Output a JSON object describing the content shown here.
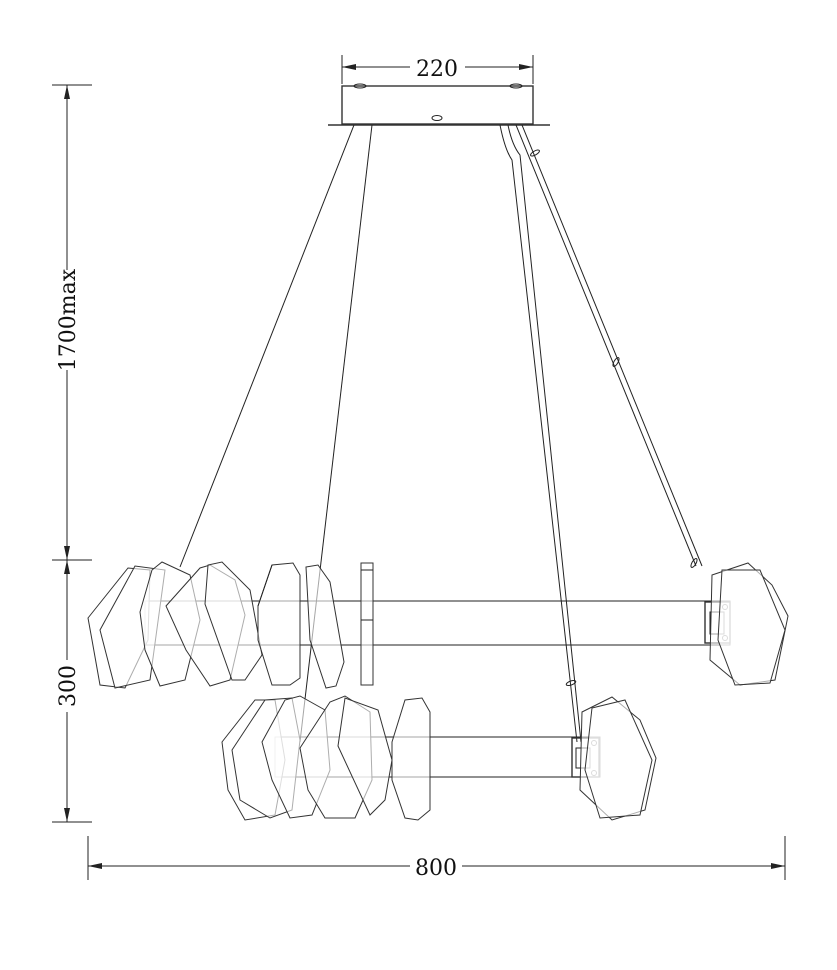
{
  "dimensions": {
    "canopy_width": "220",
    "max_height": "1700max",
    "body_height": "300",
    "overall_width": "800"
  },
  "colors": {
    "line": "#222222",
    "background": "#ffffff"
  }
}
